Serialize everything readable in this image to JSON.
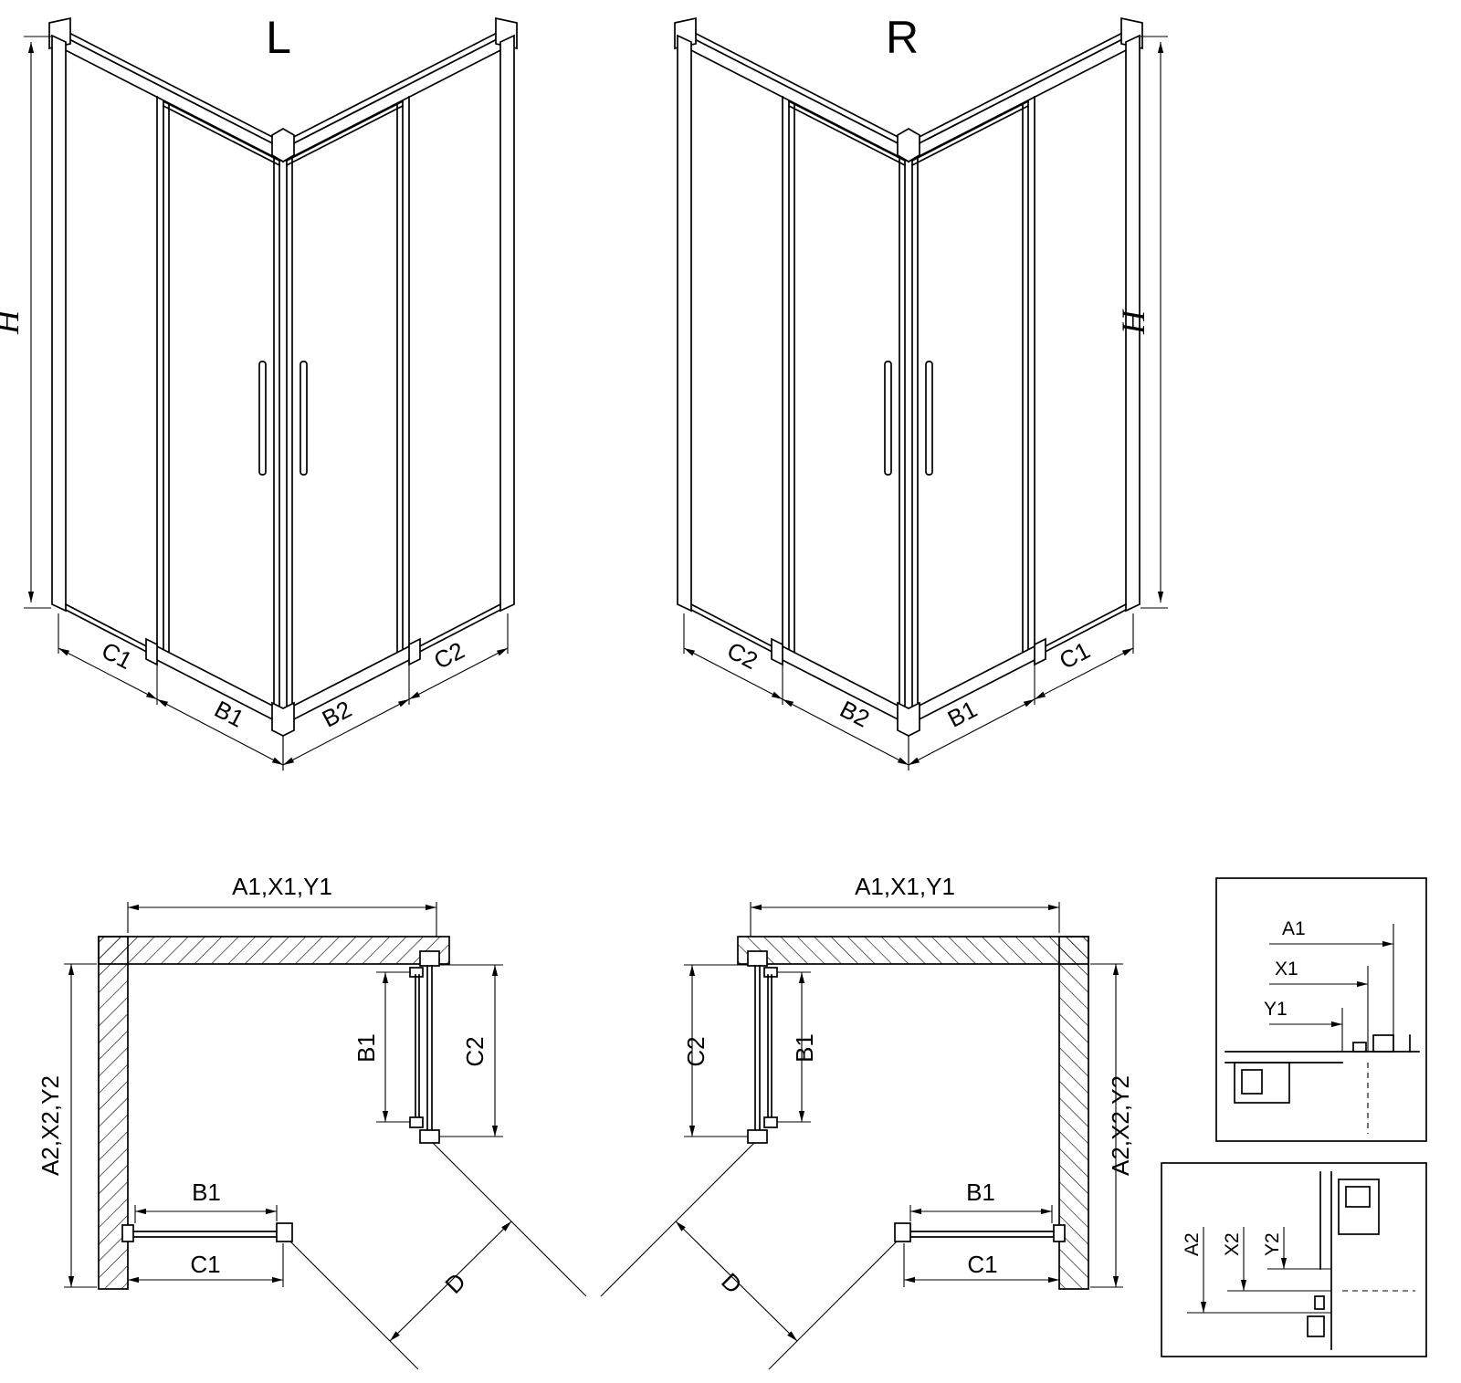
{
  "diagram": {
    "colors": {
      "background": "#ffffff",
      "line": "#000000"
    },
    "axon_left": {
      "variant": "L",
      "h": "H",
      "widths": [
        "C1",
        "B1",
        "B2",
        "C2"
      ]
    },
    "axon_right": {
      "variant": "R",
      "h": "H",
      "widths": [
        "C2",
        "B2",
        "B1",
        "C1"
      ]
    },
    "plan_left": {
      "top": "A1,X1,Y1",
      "side": "A2,X2,Y2",
      "door_side": "B1",
      "panel_side": "C2",
      "door_bottom": "B1",
      "panel_bottom": "C1",
      "diagonal": "D"
    },
    "plan_right": {
      "top": "A1,X1,Y1",
      "side": "A2,X2,Y2",
      "door_side": "B1",
      "panel_side": "C2",
      "door_bottom": "B1",
      "panel_bottom": "C1",
      "diagonal": "D"
    },
    "detail_top": {
      "dims": [
        "A1",
        "X1",
        "Y1"
      ]
    },
    "detail_bottom": {
      "dims": [
        "A2",
        "X2",
        "Y2"
      ]
    }
  }
}
